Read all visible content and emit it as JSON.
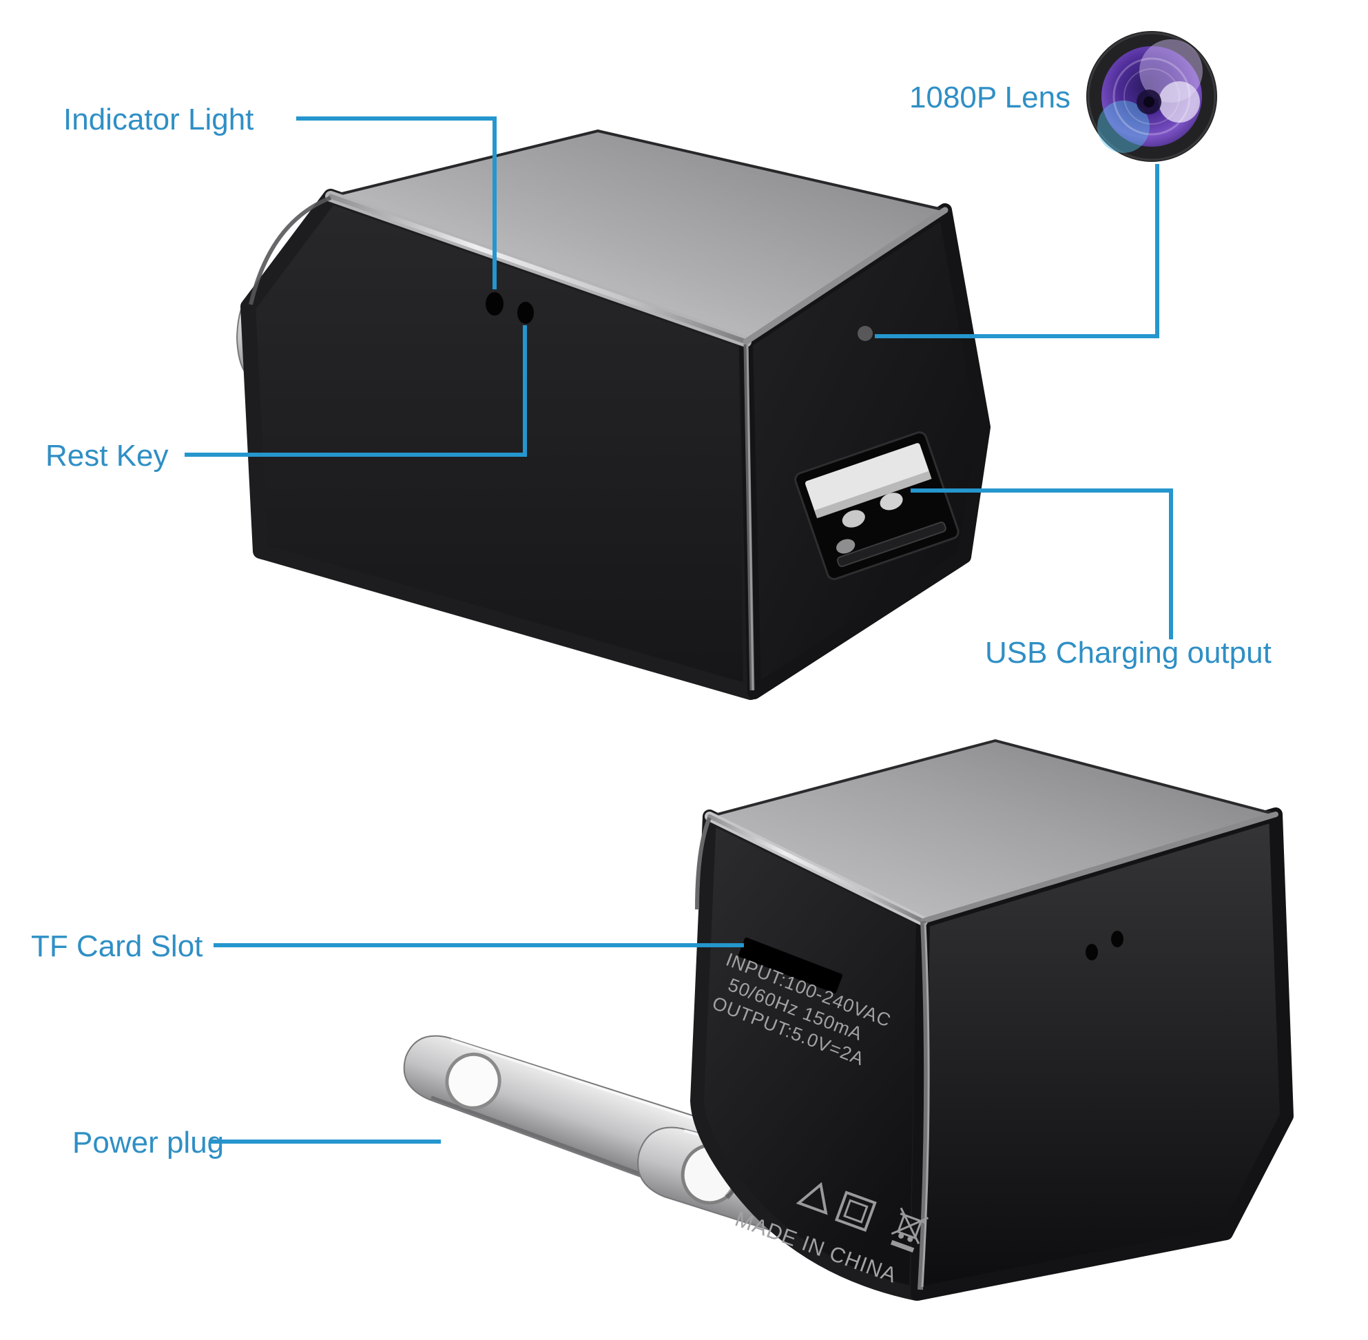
{
  "diagram": {
    "background_color": "#ffffff",
    "accent_line_color": "#2596ce",
    "label_color": "#2f8fc5",
    "callouts": {
      "indicator_light": "Indicator Light",
      "lens": "1080P Lens",
      "rest_key": "Rest Key",
      "usb_output": "USB Charging output",
      "tf_card_slot": "TF Card Slot",
      "power_plug": "Power plug"
    },
    "device_markings": {
      "input_line": "INPUT:100-240VAC",
      "frequency_line": "50/60Hz 150mA",
      "output_line": "OUTPUT:5.0V=2A",
      "origin_line": "MADE IN CHINA"
    },
    "icon_names": [
      "camera-lens-icon",
      "usb-port-icon",
      "warning-triangle-icon",
      "double-insulation-icon",
      "weee-bin-icon"
    ]
  }
}
